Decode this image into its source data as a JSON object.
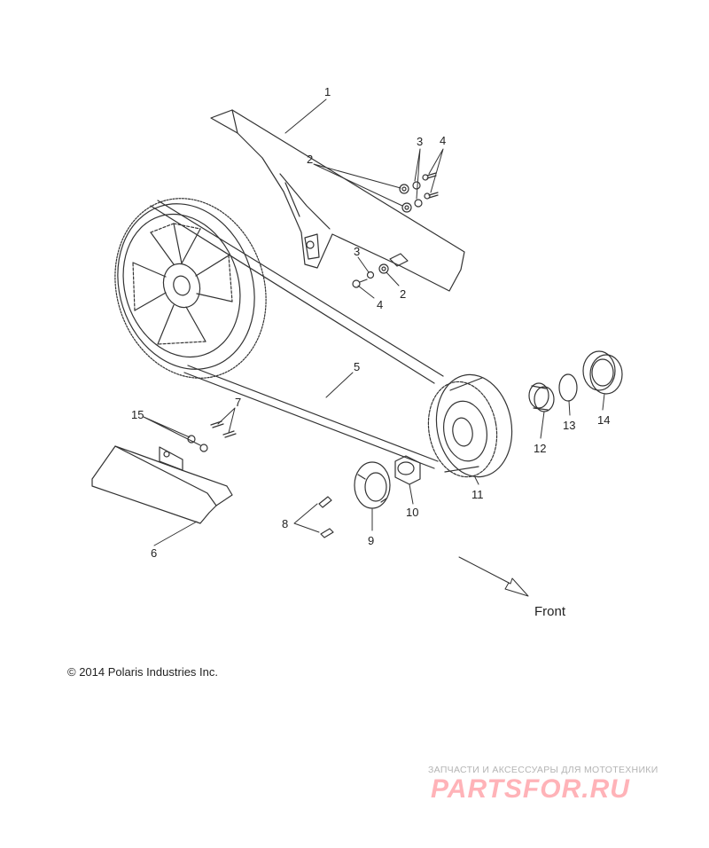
{
  "callouts": {
    "c1": "1",
    "c2a": "2",
    "c3a": "3",
    "c4a": "4",
    "c3b": "3",
    "c4b": "4",
    "c2b": "2",
    "c5": "5",
    "c6": "6",
    "c7": "7",
    "c8": "8",
    "c9": "9",
    "c10": "10",
    "c11": "11",
    "c12": "12",
    "c13": "13",
    "c14": "14",
    "c15": "15"
  },
  "direction_label": "Front",
  "copyright": "© 2014 Polaris Industries Inc.",
  "watermark": {
    "tagline": "ЗАПЧАСТИ И АКСЕССУАРЫ ДЛЯ МОТОТЕХНИКИ",
    "logo": "PARTSFOR.RU"
  },
  "colors": {
    "line": "#333333",
    "watermark_logo": "#ffb3b8",
    "watermark_tag": "#b4b4b4"
  }
}
